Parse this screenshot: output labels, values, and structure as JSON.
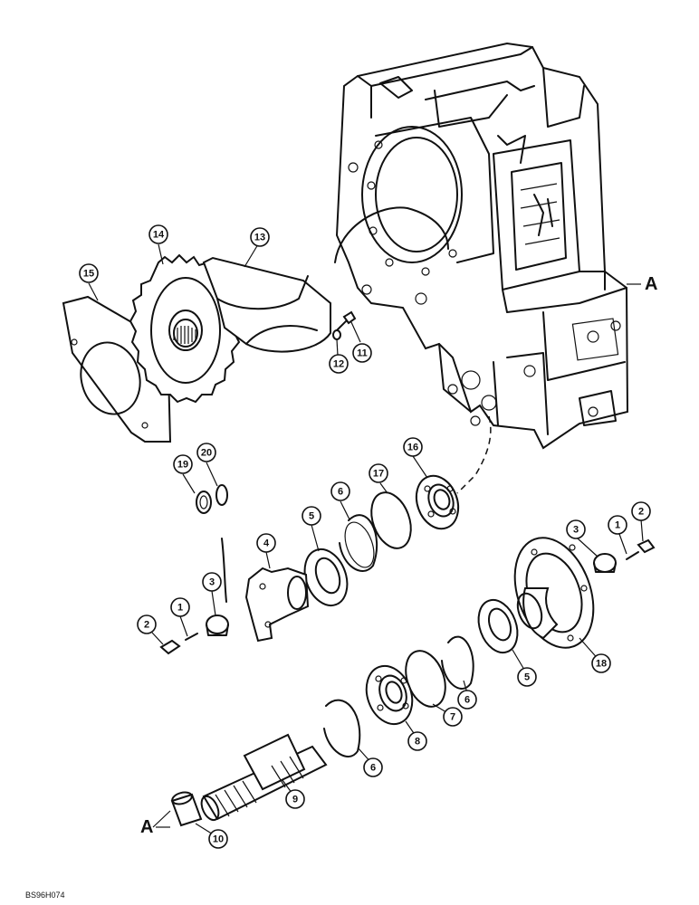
{
  "figure_code": "BS96H074",
  "section_marks": [
    {
      "id": "right",
      "label": "A"
    },
    {
      "id": "left",
      "label": "A"
    }
  ],
  "callouts": [
    {
      "id": "c1a",
      "label": "1"
    },
    {
      "id": "c1b",
      "label": "1"
    },
    {
      "id": "c2a",
      "label": "2"
    },
    {
      "id": "c2b",
      "label": "2"
    },
    {
      "id": "c3a",
      "label": "3"
    },
    {
      "id": "c3b",
      "label": "3"
    },
    {
      "id": "c4",
      "label": "4"
    },
    {
      "id": "c5a",
      "label": "5"
    },
    {
      "id": "c5b",
      "label": "5"
    },
    {
      "id": "c6a",
      "label": "6"
    },
    {
      "id": "c6b",
      "label": "6"
    },
    {
      "id": "c6c",
      "label": "6"
    },
    {
      "id": "c7",
      "label": "7"
    },
    {
      "id": "c8",
      "label": "8"
    },
    {
      "id": "c9",
      "label": "9"
    },
    {
      "id": "c10",
      "label": "10"
    },
    {
      "id": "c11",
      "label": "11"
    },
    {
      "id": "c12",
      "label": "12"
    },
    {
      "id": "c13",
      "label": "13"
    },
    {
      "id": "c14",
      "label": "14"
    },
    {
      "id": "c15",
      "label": "15"
    },
    {
      "id": "c16",
      "label": "16"
    },
    {
      "id": "c17",
      "label": "17"
    },
    {
      "id": "c18",
      "label": "18"
    },
    {
      "id": "c19",
      "label": "19"
    },
    {
      "id": "c20",
      "label": "20"
    }
  ]
}
